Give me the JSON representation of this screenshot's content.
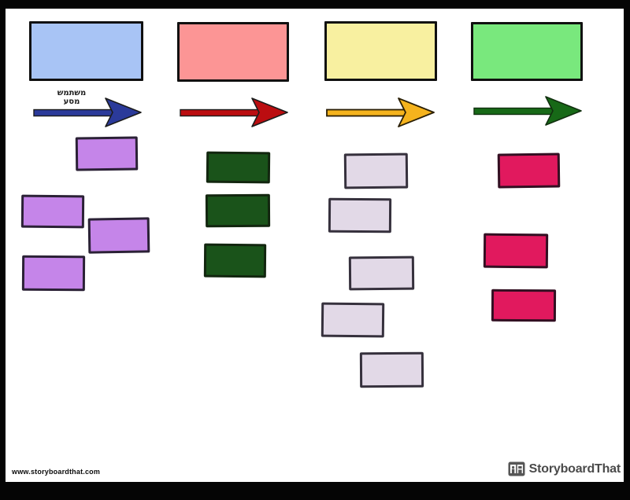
{
  "canvas": {
    "background": "#050505",
    "page_color": "#ffffff"
  },
  "journey_label": {
    "line1": "משתמש",
    "line2": "מסע"
  },
  "watermark": "www.storyboardthat.com",
  "brand": {
    "name": "StoryboardThat",
    "logo_icon": "storyboard-frames-icon",
    "text_color": "#4a4a4a"
  },
  "columns": [
    {
      "name": "stage-1",
      "header_color": "#a8c4f5",
      "arrow_color": "#2b3a9a",
      "note_color": "#c585e9",
      "note_count": 4
    },
    {
      "name": "stage-2",
      "header_color": "#fc9595",
      "arrow_color": "#bb0d10",
      "note_color": "#1a531a",
      "note_count": 3
    },
    {
      "name": "stage-3",
      "header_color": "#f8f0a0",
      "arrow_color": "#f5b31d",
      "note_color": "#e2d9e7",
      "note_count": 5
    },
    {
      "name": "stage-4",
      "header_color": "#79e87d",
      "arrow_color": "#176917",
      "note_color": "#e1195e",
      "note_count": 3
    }
  ]
}
